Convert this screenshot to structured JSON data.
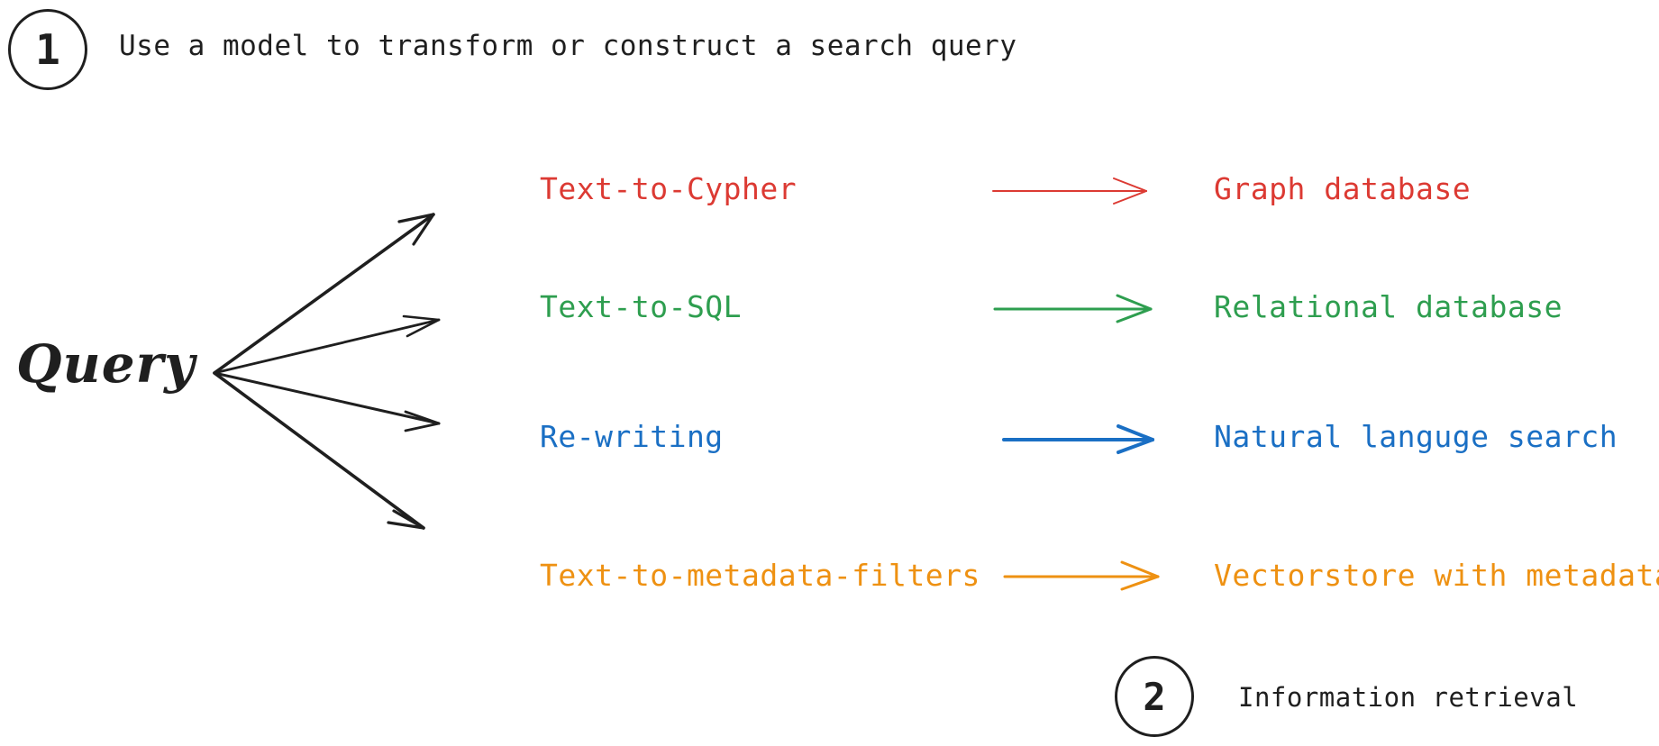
{
  "steps": [
    {
      "number": "1",
      "title": "Use a model to transform or construct a search query"
    },
    {
      "number": "2",
      "title": "Information retrieval"
    }
  ],
  "source": {
    "label": "Query"
  },
  "colors": {
    "ink": "#1f1f1f",
    "red": "#dc3a33",
    "green": "#2e9e4f",
    "blue": "#1a6fc4",
    "orange": "#ee9112"
  },
  "rows": [
    {
      "technique": "Text-to-Cypher",
      "target": "Graph database",
      "color": "#dc3a33",
      "arrow_width": 2
    },
    {
      "technique": "Text-to-SQL",
      "target": "Relational database",
      "color": "#2e9e4f",
      "arrow_width": 3
    },
    {
      "technique": "Re-writing",
      "target": "Natural languge search",
      "color": "#1a6fc4",
      "arrow_width": 4
    },
    {
      "technique": "Text-to-metadata-filters",
      "target": "Vectorstore with metadata",
      "color": "#ee9112",
      "arrow_width": 3
    }
  ]
}
